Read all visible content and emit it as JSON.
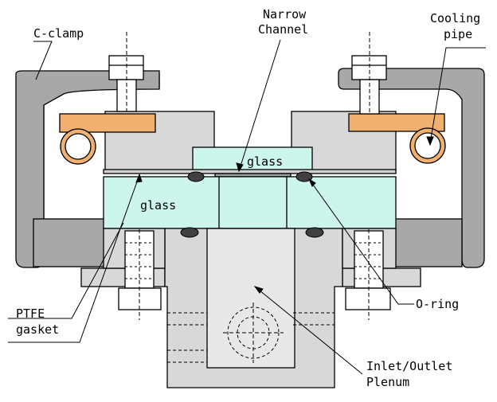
{
  "labels": {
    "c_clamp": "C-clamp",
    "narrow_channel_line1": "Narrow",
    "narrow_channel_line2": "Channel",
    "cooling_pipe_line1": "Cooling",
    "cooling_pipe_line2": "pipe",
    "glass_top": "glass",
    "glass_bottom": "glass",
    "ptfe_gasket_line1": "PTFE",
    "ptfe_gasket_line2": "gasket",
    "o_ring": "O-ring",
    "plenum_line1": "Inlet/Outlet",
    "plenum_line2": "Plenum"
  },
  "colors": {
    "clamp_fill": "#a8a8a8",
    "block_fill": "#d8d8d8",
    "glass_fill": "#ccf5ec",
    "copper_fill": "#f0b070",
    "oring_fill": "#404040",
    "background": "#ffffff"
  }
}
